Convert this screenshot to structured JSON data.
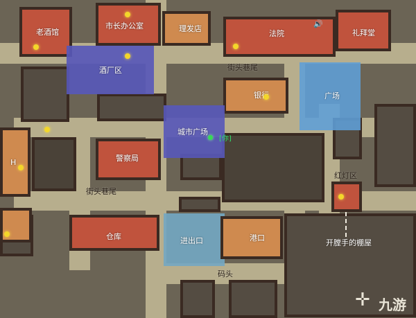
{
  "zones": {
    "old_tavern": "老酒馆",
    "mayor_office": "市长办公室",
    "barber": "理发店",
    "court": "法院",
    "chapel": "礼拜堂",
    "brewery": "酒厂区",
    "street_alley_top": "街头巷尾",
    "bank": "银行",
    "square": "广场",
    "city_square": "城市广场",
    "police": "警察局",
    "red_light": "红灯区",
    "street_alley_bottom": "街头巷尾",
    "warehouse": "仓库",
    "entrance_exit": "进出口",
    "port": "港口",
    "dock": "码头",
    "ripper_shack": "开膛手的棚屋",
    "side_sign": "H"
  },
  "player_marker": "[你]",
  "watermark": "九游",
  "icons": {
    "court_icon": "speaker-icon",
    "logo_icon": "jiuyou-logo-icon"
  }
}
